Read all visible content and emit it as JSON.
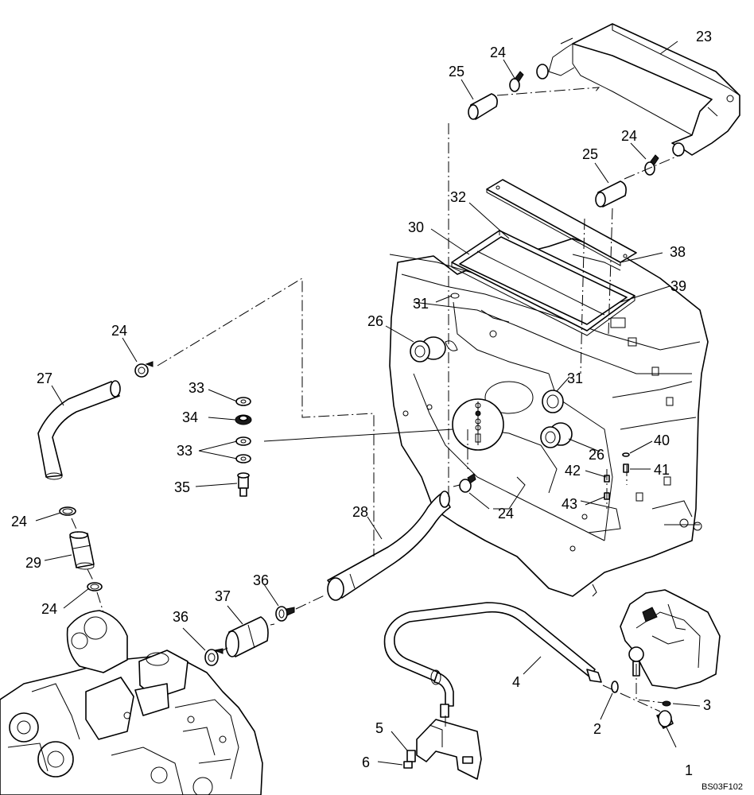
{
  "drawing": {
    "reference_code": "BS03F102"
  },
  "callouts": {
    "c1": "1",
    "c2": "2",
    "c3": "3",
    "c4": "4",
    "c5": "5",
    "c6": "6",
    "c23": "23",
    "c24a": "24",
    "c24b": "24",
    "c24c": "24",
    "c24d": "24",
    "c24e": "24",
    "c24f": "24",
    "c25a": "25",
    "c25b": "25",
    "c26a": "26",
    "c26b": "26",
    "c27": "27",
    "c28": "28",
    "c29": "29",
    "c30": "30",
    "c31a": "31",
    "c31b": "31",
    "c32": "32",
    "c33a": "33",
    "c33b": "33",
    "c34": "34",
    "c35": "35",
    "c36a": "36",
    "c36b": "36",
    "c37": "37",
    "c38": "38",
    "c39": "39",
    "c40": "40",
    "c41": "41",
    "c42": "42",
    "c43": "43"
  }
}
